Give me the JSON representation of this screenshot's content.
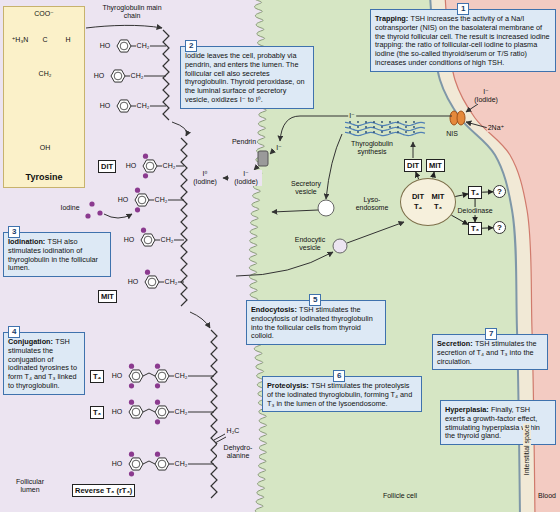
{
  "diagram": {
    "nodes": [
      {
        "text": [
          "Tyrosine"
        ]
      },
      {
        "text": [
          "2",
          "Iodide leaves the cell, probably via pendrin, and enters the lumen. The follicular cell also secretes thyroglobulin. Thyroid peroxidase, on the luminal surface of secretory vesicle, oxidizes I⁻ to I⁰."
        ]
      },
      {
        "text": [
          "1",
          "Trapping:",
          "TSH increases the activity of a Na/I cotransporter (NIS) on the basolateral membrane of the thyroid follicular cell. The result is increased iodine trapping: the ratio of follicular-cell iodine to plasma iodine (the so-called thyroid/serum or T/S ratio) increases under conditions of high TSH."
        ]
      },
      {
        "text": [
          "DIT"
        ]
      },
      {
        "text": [
          "DIT"
        ]
      },
      {
        "text": [
          "MIT"
        ]
      },
      {
        "text": [
          "DIT",
          "MIT",
          "T₄",
          "T₃"
        ]
      },
      {
        "text": [
          "T₄"
        ]
      },
      {
        "text": [
          "?"
        ]
      },
      {
        "text": [
          "T₃"
        ]
      },
      {
        "text": [
          "?"
        ]
      },
      {
        "text": [
          "3",
          "Iodination:",
          "TSH also stimulates iodination of thyroglobulin in the follicular lumen."
        ]
      },
      {
        "text": [
          "MIT"
        ]
      },
      {
        "text": [
          "5",
          "Endocytosis:",
          "TSH stimulates the endocytosis of iodinated thyroglobulin into the follicular cells from thyroid colloid."
        ]
      },
      {
        "text": [
          "7",
          "Secretion:",
          "TSH stimulates the secretion of T₄ and T₃ into the circulation."
        ]
      },
      {
        "text": [
          "4",
          "Conjugation:",
          "TSH stimulates the conjugation of iodinated tyrosines to form T₄ and T₃ linked to thyroglobulin."
        ]
      },
      {
        "text": [
          "T₄"
        ]
      },
      {
        "text": [
          "T₃"
        ]
      },
      {
        "text": [
          "6",
          "Proteolysis:",
          "TSH stimulates the proteolysis of the iodinated thyroglobulin, forming T₄ and T₃ in the lumen of the lysoendosome."
        ]
      },
      {
        "text": [
          "Hyperplasia:",
          "Finally, TSH exerts a growth-factor effect, stimulating hyperplasia within the thyroid gland."
        ]
      },
      {
        "text": [
          "Reverse T₃ (rT₃)"
        ]
      }
    ],
    "edges": [
      {
        "from": 6,
        "to": 4,
        "arrow": "to"
      },
      {
        "from": 6,
        "to": 5,
        "arrow": "to"
      },
      {
        "from": 6,
        "to": 7,
        "arrow": "to"
      },
      {
        "from": 6,
        "to": 9,
        "arrow": "to"
      },
      {
        "from": 7,
        "to": 9,
        "label": "Deiodinase",
        "arrow": "to"
      },
      {
        "from": 7,
        "to": 8,
        "arrow": "to"
      },
      {
        "from": 9,
        "to": 10,
        "arrow": "to"
      }
    ],
    "labels": [
      "COO⁻",
      "⁺H₃N",
      "C",
      "H",
      "CH₂",
      "OH",
      "Thyroglobulin main chain",
      "HO",
      "CH₂",
      "HO",
      "CH₂",
      "HO",
      "CH₂",
      "HO",
      "CH₂",
      "HO",
      "CH₂",
      "HO",
      "CH₂",
      "HO",
      "CH₂",
      "HO",
      "CH₂",
      "HO",
      "CH₂",
      "HO",
      "CH₂",
      "H₂C",
      "Dehydro-alanine",
      "Iodine",
      "Follicular lumen",
      "Pendrin",
      "I⁻",
      "I⁰ (Iodine)",
      "I⁻ (Iodide)",
      "I⁻",
      "Thyroglobulin synthesis",
      "Secretory vesicle",
      "Endocytic vesicle",
      "Lyso-endosome",
      "I⁻ (Iodide)",
      "2Na⁺",
      "NIS",
      "Follicle cell",
      "Interstitial space",
      "Blood"
    ]
  }
}
